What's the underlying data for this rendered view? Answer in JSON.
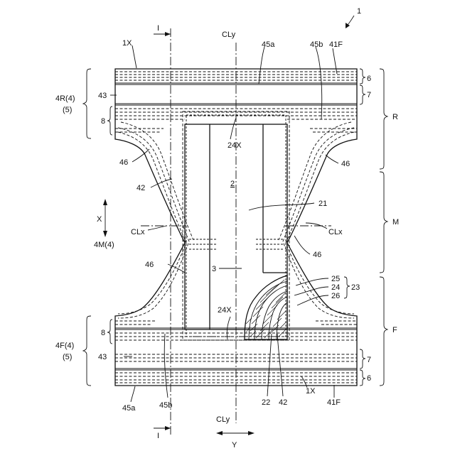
{
  "figure": {
    "number": "1",
    "section_marker": "I",
    "centerlines": {
      "y_axis": "CLy",
      "x_axis": "CLx"
    },
    "directions": {
      "x": "X",
      "y": "Y"
    },
    "labels": {
      "edge_1x": "1X",
      "ref_45a": "45a",
      "ref_45b": "45b",
      "ref_41f": "41F",
      "ref_6": "6",
      "ref_7": "7",
      "ref_43": "43",
      "ref_8": "8",
      "ref_24x": "24X",
      "ref_46": "46",
      "ref_42": "42",
      "ref_2": "2",
      "ref_21": "21",
      "ref_3": "3",
      "ref_25": "25",
      "ref_24": "24",
      "ref_26": "26",
      "ref_23": "23",
      "ref_22": "22",
      "rear_region": "4R(4)",
      "mid_region": "4M(4)",
      "front_region": "4F(4)",
      "outer_5": "(5)",
      "zone_r": "R",
      "zone_m": "M",
      "zone_f": "F"
    }
  }
}
